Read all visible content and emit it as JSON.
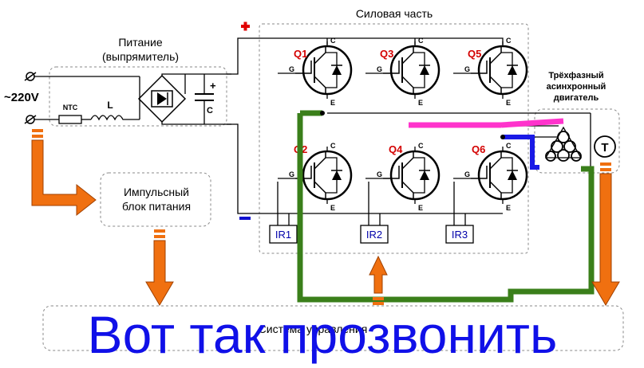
{
  "power_section": {
    "title": "Силовая часть"
  },
  "supply": {
    "title_line1": "Питание",
    "title_line2": "(выпрямитель)",
    "capacitor": "C",
    "polarity_plus": "+"
  },
  "input": {
    "voltage": "~220V",
    "ntc": "NTC",
    "inductor": "L"
  },
  "transistors": {
    "q1": "Q1",
    "q2": "Q2",
    "q3": "Q3",
    "q4": "Q4",
    "q5": "Q5",
    "q6": "Q6",
    "gate": "G",
    "collector": "C",
    "emitter": "E"
  },
  "sensors": {
    "ir1": "IR1",
    "ir2": "IR2",
    "ir3": "IR3"
  },
  "motor": {
    "line1": "Трёхфазный",
    "line2": "асинхронный",
    "line3": "двигатель"
  },
  "thermo": {
    "symbol": "T"
  },
  "psu": {
    "line1": "Импульсный",
    "line2": "блок питания"
  },
  "control": {
    "title": "Система управления"
  },
  "rails": {
    "plus": "+",
    "minus": "-"
  },
  "caption": {
    "text": "Вот так прозвонить"
  },
  "colors": {
    "plus_marker": "#e00000",
    "minus_marker": "#1010d0",
    "arrow_orange": "#f07010",
    "probe_green": "#3a7f1a",
    "probe_magenta": "#ff33cc",
    "probe_blue": "#1a1ae6",
    "caption_blue": "#1010e8"
  }
}
